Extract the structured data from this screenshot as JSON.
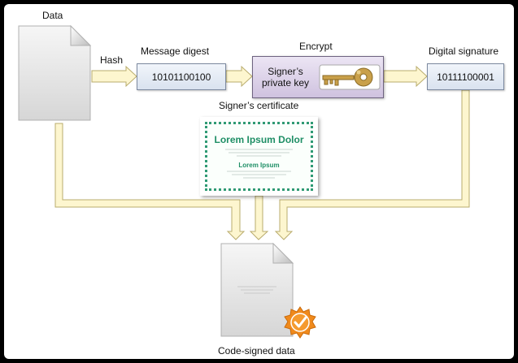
{
  "labels": {
    "data": "Data",
    "hash": "Hash",
    "message_digest": "Message digest",
    "encrypt": "Encrypt",
    "digital_signature": "Digital signature",
    "signers_certificate": "Signer’s certificate",
    "code_signed_data": "Code-signed data"
  },
  "boxes": {
    "digest_value": "10101100100",
    "encrypt_line1": "Signer’s",
    "encrypt_line2": "private key",
    "signature_value": "10111100001"
  },
  "certificate": {
    "title": "Lorem Ipsum Dolor",
    "subtitle": "Lorem Ipsum"
  },
  "icons": {
    "document": "document-icon",
    "key": "key-icon",
    "badge": "checkmark-badge-icon"
  },
  "colors": {
    "arrow_fill": "#fdf6cf",
    "arrow_stroke": "#b9ac6d",
    "cert_green": "#2f9a74",
    "badge_orange": "#f08a1c",
    "key_gold": "#c9a04a"
  }
}
